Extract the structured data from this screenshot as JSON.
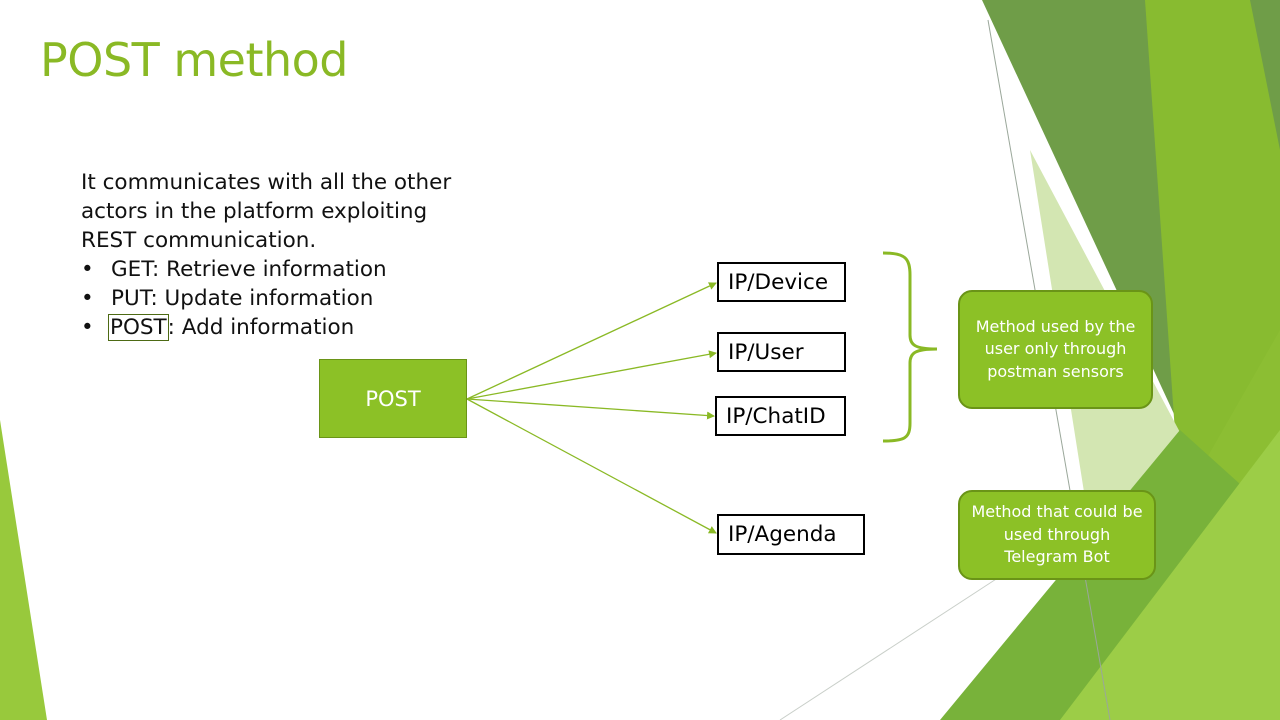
{
  "slide": {
    "title": "POST method",
    "intro": "It communicates with all the other actors in the platform exploiting REST communication.",
    "bullets": [
      {
        "label": "GET",
        "rest": ": Retrieve information"
      },
      {
        "label": "PUT",
        "rest": ": Update information"
      },
      {
        "label": "POST",
        "rest": ": Add information"
      }
    ]
  },
  "diagram": {
    "source": "POST",
    "endpoints": [
      "IP/Device",
      "IP/User",
      "IP/ChatID",
      "IP/Agenda"
    ],
    "notes": [
      "Method used by the user only through postman sensors",
      "Method that could be used through Telegram Bot"
    ]
  },
  "colors": {
    "accent": "#8ab925",
    "box_fill": "#8cc126",
    "box_border": "#6a9417"
  }
}
